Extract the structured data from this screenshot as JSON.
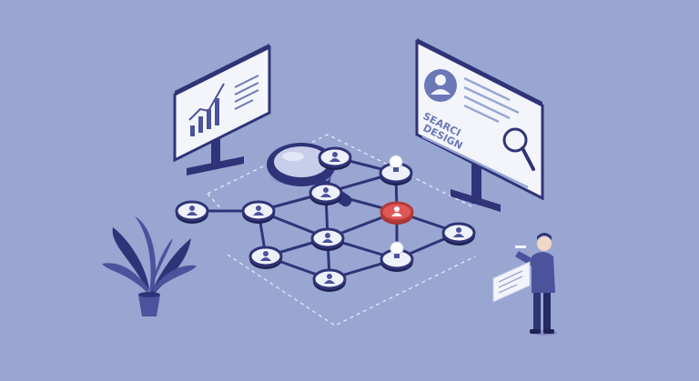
{
  "scene": {
    "right_monitor": {
      "line1": "SEARCI",
      "line2": "DESIGN"
    }
  },
  "nodes": [
    {
      "id": "n1",
      "kind": "person",
      "highlight": false
    },
    {
      "id": "n2",
      "kind": "person",
      "highlight": false
    },
    {
      "id": "n3",
      "kind": "person",
      "highlight": false
    },
    {
      "id": "n4",
      "kind": "person",
      "highlight": false
    },
    {
      "id": "n5",
      "kind": "lightbulb",
      "highlight": false
    },
    {
      "id": "n6",
      "kind": "person",
      "highlight": true
    },
    {
      "id": "n7",
      "kind": "person",
      "highlight": false
    },
    {
      "id": "n8",
      "kind": "person",
      "highlight": false
    },
    {
      "id": "n9",
      "kind": "person",
      "highlight": false
    },
    {
      "id": "n10",
      "kind": "lightbulb",
      "highlight": false
    },
    {
      "id": "n11",
      "kind": "person",
      "highlight": false
    },
    {
      "id": "n12",
      "kind": "person",
      "highlight": false
    }
  ],
  "colors": {
    "background": "#9aa6d2",
    "navy": "#2f3478",
    "highlight": "#e05757",
    "screen": "#f4f5fb"
  }
}
